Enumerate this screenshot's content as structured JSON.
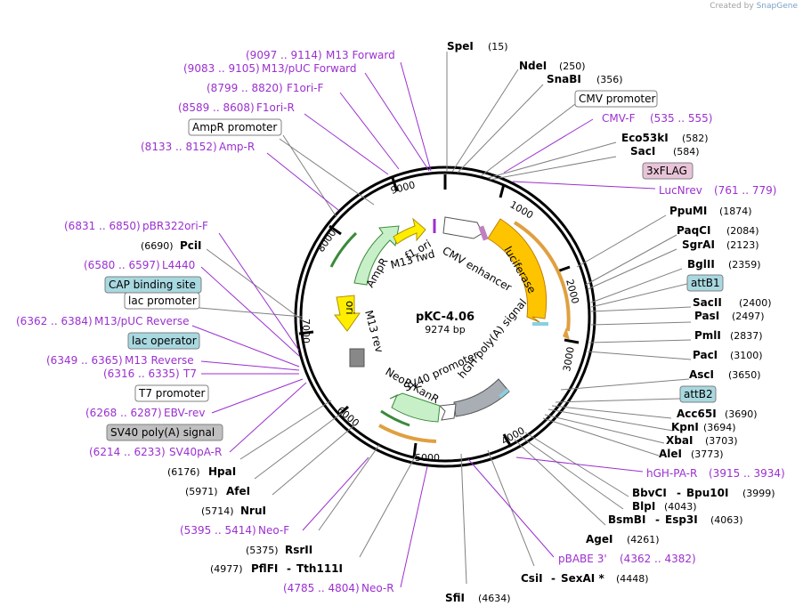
{
  "credit": {
    "prefix": "Created by",
    "brand": "SnapGene"
  },
  "plasmid": {
    "name": "pKC-4.06",
    "length": "9274 bp"
  },
  "ticks": [
    "1000",
    "2000",
    "3000",
    "4000",
    "5000",
    "6000",
    "7000",
    "8000",
    "9000"
  ],
  "features": [
    {
      "id": "cmv-enhancer",
      "label": "CMV enhancer",
      "color": "#ffffff"
    },
    {
      "id": "luciferase",
      "label": "luciferase",
      "color": "#ffc400"
    },
    {
      "id": "hgh-polya",
      "label": "hGH poly(A) signal",
      "color": "#a8aeb4"
    },
    {
      "id": "sv40-promoter",
      "label": "SV40 promoter",
      "color": "#ffffff"
    },
    {
      "id": "neor-kanr",
      "label": "NeoR/KanR",
      "color": "#c8f0c8"
    },
    {
      "id": "ori",
      "label": "ori",
      "color": "#ffee00"
    },
    {
      "id": "ampr",
      "label": "AmpR",
      "color": "#c8f0c8"
    },
    {
      "id": "f1-ori",
      "label": "f1 ori",
      "color": "#ffee00"
    },
    {
      "id": "m13-fwd",
      "label": "M13 fwd",
      "color": "#9b30d0"
    },
    {
      "id": "m13-rev",
      "label": "M13 rev",
      "color": "#9b30d0"
    }
  ],
  "enzymes": [
    {
      "name": "SpeI",
      "pos": "(15)"
    },
    {
      "name": "NdeI",
      "pos": "(250)"
    },
    {
      "name": "SnaBI",
      "pos": "(356)"
    },
    {
      "name": "Eco53kI",
      "pos": "(582)"
    },
    {
      "name": "SacI",
      "pos": "(584)"
    },
    {
      "name": "PpuMI",
      "pos": "(1874)"
    },
    {
      "name": "PaqCI",
      "pos": "(2084)"
    },
    {
      "name": "SgrAI",
      "pos": "(2123)"
    },
    {
      "name": "BglII",
      "pos": "(2359)"
    },
    {
      "name": "SacII",
      "pos": "(2400)"
    },
    {
      "name": "PasI",
      "pos": "(2497)"
    },
    {
      "name": "PmlI",
      "pos": "(2837)"
    },
    {
      "name": "PacI",
      "pos": "(3100)"
    },
    {
      "name": "AscI",
      "pos": "(3650)"
    },
    {
      "name": "Acc65I",
      "pos": "(3690)"
    },
    {
      "name": "KpnI",
      "pos": "(3694)"
    },
    {
      "name": "XbaI",
      "pos": "(3703)"
    },
    {
      "name": "AleI",
      "pos": "(3773)"
    },
    {
      "name": "BbvCI",
      "name2": "Bpu10I",
      "pos": "(3999)"
    },
    {
      "name": "BlpI",
      "pos": "(4043)"
    },
    {
      "name": "BsmBI",
      "name2": "Esp3I",
      "pos": "(4063)"
    },
    {
      "name": "AgeI",
      "pos": "(4261)"
    },
    {
      "name": "CsiI",
      "name2": "SexAI *",
      "pos": "(4448)"
    },
    {
      "name": "SfiI",
      "pos": "(4634)"
    },
    {
      "name": "PflFI",
      "name2": "Tth111I",
      "pos": "(4977)"
    },
    {
      "name": "RsrII",
      "pos": "(5375)"
    },
    {
      "name": "NruI",
      "pos": "(5714)"
    },
    {
      "name": "AfeI",
      "pos": "(5971)"
    },
    {
      "name": "HpaI",
      "pos": "(6176)"
    },
    {
      "name": "PciI",
      "pos": "(6690)"
    }
  ],
  "primers": [
    {
      "label": "M13 Forward",
      "range": "(9097 .. 9114)"
    },
    {
      "label": "M13/pUC Forward",
      "range": "(9083 .. 9105)"
    },
    {
      "label": "F1ori-F",
      "range": "(8799 .. 8820)"
    },
    {
      "label": "F1ori-R",
      "range": "(8589 .. 8608)"
    },
    {
      "label": "Amp-R",
      "range": "(8133 .. 8152)"
    },
    {
      "label": "pBR322ori-F",
      "range": "(6831 .. 6850)"
    },
    {
      "label": "L4440",
      "range": "(6580 .. 6597)"
    },
    {
      "label": "M13/pUC Reverse",
      "range": "(6362 .. 6384)"
    },
    {
      "label": "M13 Reverse",
      "range": "(6349 .. 6365)"
    },
    {
      "label": "T7",
      "range": "(6316 .. 6335)"
    },
    {
      "label": "EBV-rev",
      "range": "(6268 .. 6287)"
    },
    {
      "label": "SV40pA-R",
      "range": "(6214 .. 6233)"
    },
    {
      "label": "Neo-F",
      "range": "(5395 .. 5414)"
    },
    {
      "label": "Neo-R",
      "range": "(4785 .. 4804)"
    },
    {
      "label": "CMV-F",
      "range": "(535 .. 555)"
    },
    {
      "label": "LucNrev",
      "range": "(761 .. 779)"
    },
    {
      "label": "hGH-PA-R",
      "range": "(3915 .. 3934)"
    },
    {
      "label": "pBABE 3'",
      "range": "(4362 .. 4382)"
    }
  ],
  "boxes": [
    {
      "label": "CMV promoter",
      "fill": "#ffffff"
    },
    {
      "label": "3xFLAG",
      "fill": "#e8c4d8"
    },
    {
      "label": "attB1",
      "fill": "#a8d8e0"
    },
    {
      "label": "attB2",
      "fill": "#a8d8e0"
    },
    {
      "label": "AmpR promoter",
      "fill": "#ffffff"
    },
    {
      "label": "CAP binding site",
      "fill": "#a8d8e0"
    },
    {
      "label": "lac promoter",
      "fill": "#ffffff"
    },
    {
      "label": "lac operator",
      "fill": "#a8d8e0"
    },
    {
      "label": "T7 promoter",
      "fill": "#ffffff"
    },
    {
      "label": "SV40 poly(A) signal",
      "fill": "#c0c0c0"
    }
  ]
}
